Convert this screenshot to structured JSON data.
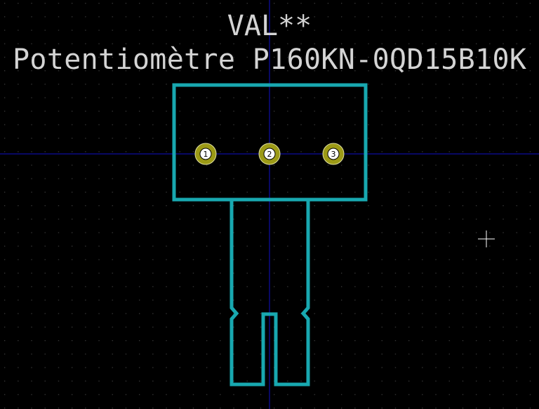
{
  "footprint": {
    "value_label": "VAL**",
    "reference_label": "Potentiomètre P160KN-0QD15B10K",
    "pads": [
      {
        "number": "1"
      },
      {
        "number": "2"
      },
      {
        "number": "3"
      }
    ]
  },
  "colors": {
    "background": "#000000",
    "grid_dot": "#3a3a3a",
    "axis": "#1010c8",
    "silkscreen": "#18a8b0",
    "pad_ring": "#9c9a16",
    "pad_hole": "#ffffff",
    "text": "#d4d4d4",
    "cursor": "#ffffff"
  },
  "icons": {
    "cursor": "crosshair-cursor-icon"
  }
}
